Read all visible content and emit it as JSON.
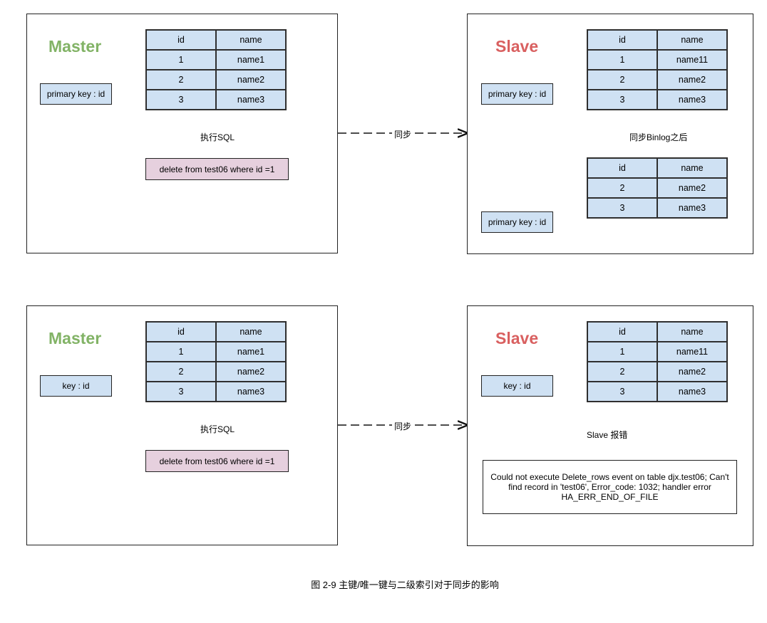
{
  "colors": {
    "master": "#82b366",
    "slave": "#d96060",
    "table_fill": "#cfe1f3",
    "sql_fill": "#e6d0de",
    "line": "#111111"
  },
  "top": {
    "master": {
      "title": "Master",
      "key_label": "primary key : id",
      "table": {
        "header": [
          "id",
          "name"
        ],
        "rows": [
          [
            "1",
            "name1"
          ],
          [
            "2",
            "name2"
          ],
          [
            "3",
            "name3"
          ]
        ]
      },
      "action_label": "执行SQL",
      "sql": "delete from test06 where id =1"
    },
    "sync_label": "同步",
    "slave": {
      "title": "Slave",
      "key_label": "primary key : id",
      "table": {
        "header": [
          "id",
          "name"
        ],
        "rows": [
          [
            "1",
            "name11"
          ],
          [
            "2",
            "name2"
          ],
          [
            "3",
            "name3"
          ]
        ]
      },
      "after_label": "同步Binlog之后",
      "key_label_after": "primary key : id",
      "table_after": {
        "header": [
          "id",
          "name"
        ],
        "rows": [
          [
            "2",
            "name2"
          ],
          [
            "3",
            "name3"
          ]
        ]
      }
    }
  },
  "bottom": {
    "master": {
      "title": "Master",
      "key_label": "key : id",
      "table": {
        "header": [
          "id",
          "name"
        ],
        "rows": [
          [
            "1",
            "name1"
          ],
          [
            "2",
            "name2"
          ],
          [
            "3",
            "name3"
          ]
        ]
      },
      "action_label": "执行SQL",
      "sql": "delete from test06 where id =1"
    },
    "sync_label": "同步",
    "slave": {
      "title": "Slave",
      "key_label": "key : id",
      "table": {
        "header": [
          "id",
          "name"
        ],
        "rows": [
          [
            "1",
            "name11"
          ],
          [
            "2",
            "name2"
          ],
          [
            "3",
            "name3"
          ]
        ]
      },
      "error_label": "Slave 报错",
      "error_text": "Could not execute Delete_rows event on table djx.test06; Can't find record in 'test06', Error_code: 1032; handler error HA_ERR_END_OF_FILE"
    }
  },
  "caption": "图 2-9 主键/唯一键与二级索引对于同步的影响"
}
